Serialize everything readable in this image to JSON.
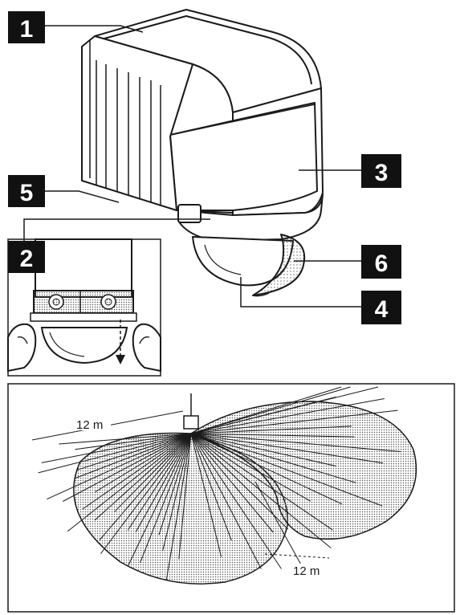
{
  "callouts": [
    {
      "id": "c1",
      "label": "1"
    },
    {
      "id": "c2",
      "label": "2"
    },
    {
      "id": "c3",
      "label": "3"
    },
    {
      "id": "c4",
      "label": "4"
    },
    {
      "id": "c5",
      "label": "5"
    },
    {
      "id": "c6",
      "label": "6"
    }
  ],
  "coverage": {
    "range_left": "12 m",
    "range_right": "12 m"
  },
  "colors": {
    "ink": "#1a1a1a",
    "callout_bg": "#111111",
    "callout_text": "#ffffff",
    "stipple": "#9a9a9a"
  }
}
